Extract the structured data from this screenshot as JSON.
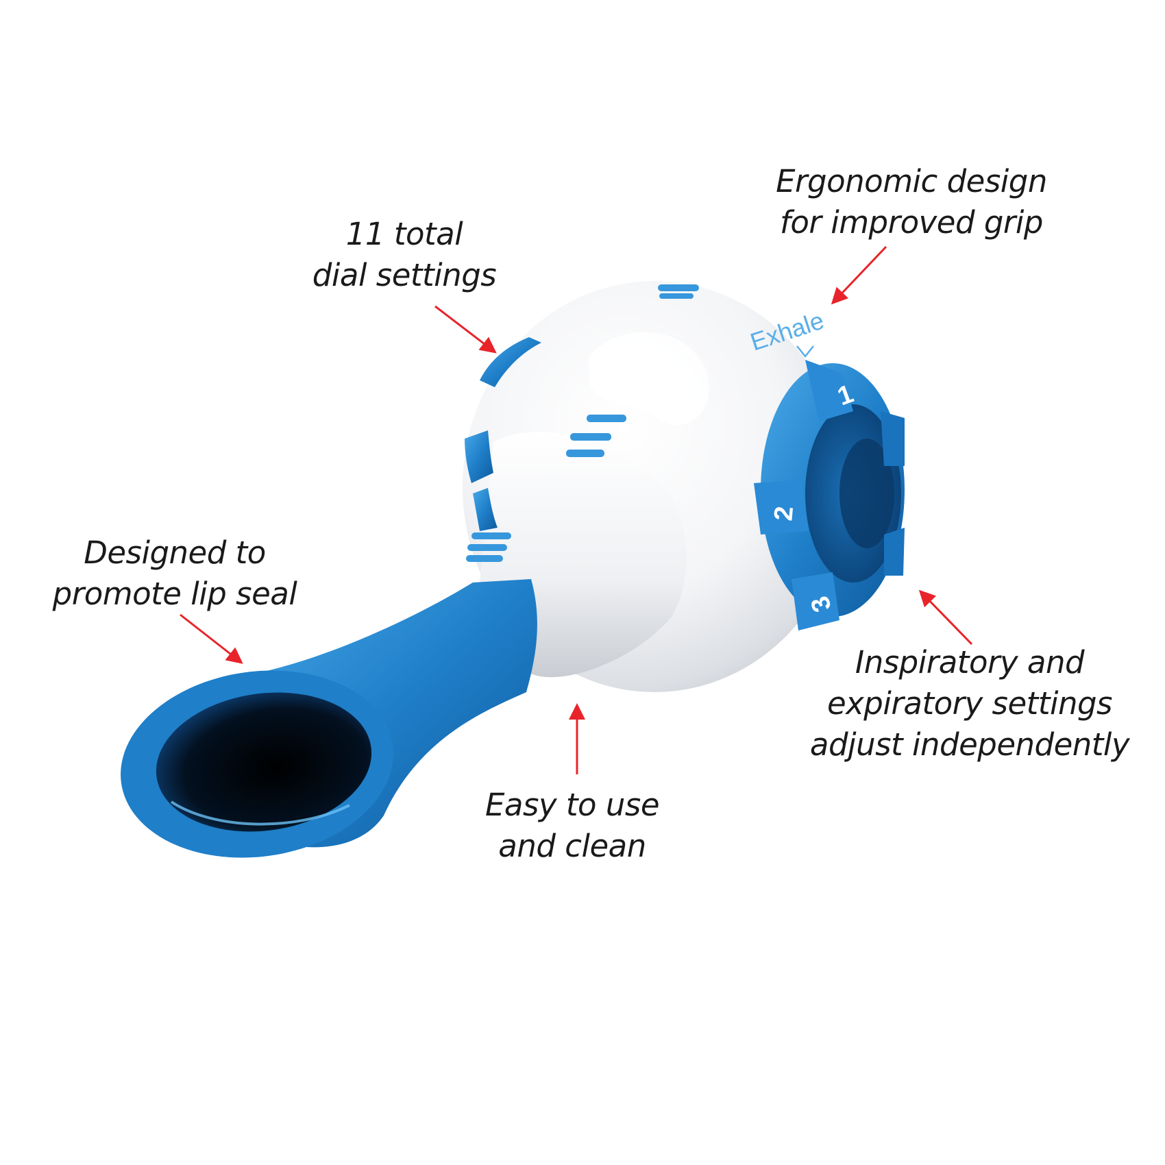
{
  "callouts": {
    "dial_settings": {
      "line1": "11 total",
      "line2": "dial settings"
    },
    "ergonomic": {
      "line1": "Ergonomic design",
      "line2": "for improved grip"
    },
    "lip_seal": {
      "line1": "Designed to",
      "line2": "promote lip seal"
    },
    "easy": {
      "line1": "Easy to use",
      "line2": "and clean"
    },
    "settings": {
      "line1": "Inspiratory and",
      "line2": "expiratory settings",
      "line3": "adjust independently"
    }
  },
  "device": {
    "dial_label": "Exhale",
    "dial_numbers": [
      "1",
      "2",
      "3"
    ]
  },
  "colors": {
    "arrow": "#e8242a",
    "accent_blue": "#1f7fc9",
    "dark_blue": "#0f5a9c",
    "body_white": "#ffffff"
  },
  "icons": {
    "arrow": "red-pointer-arrow"
  }
}
